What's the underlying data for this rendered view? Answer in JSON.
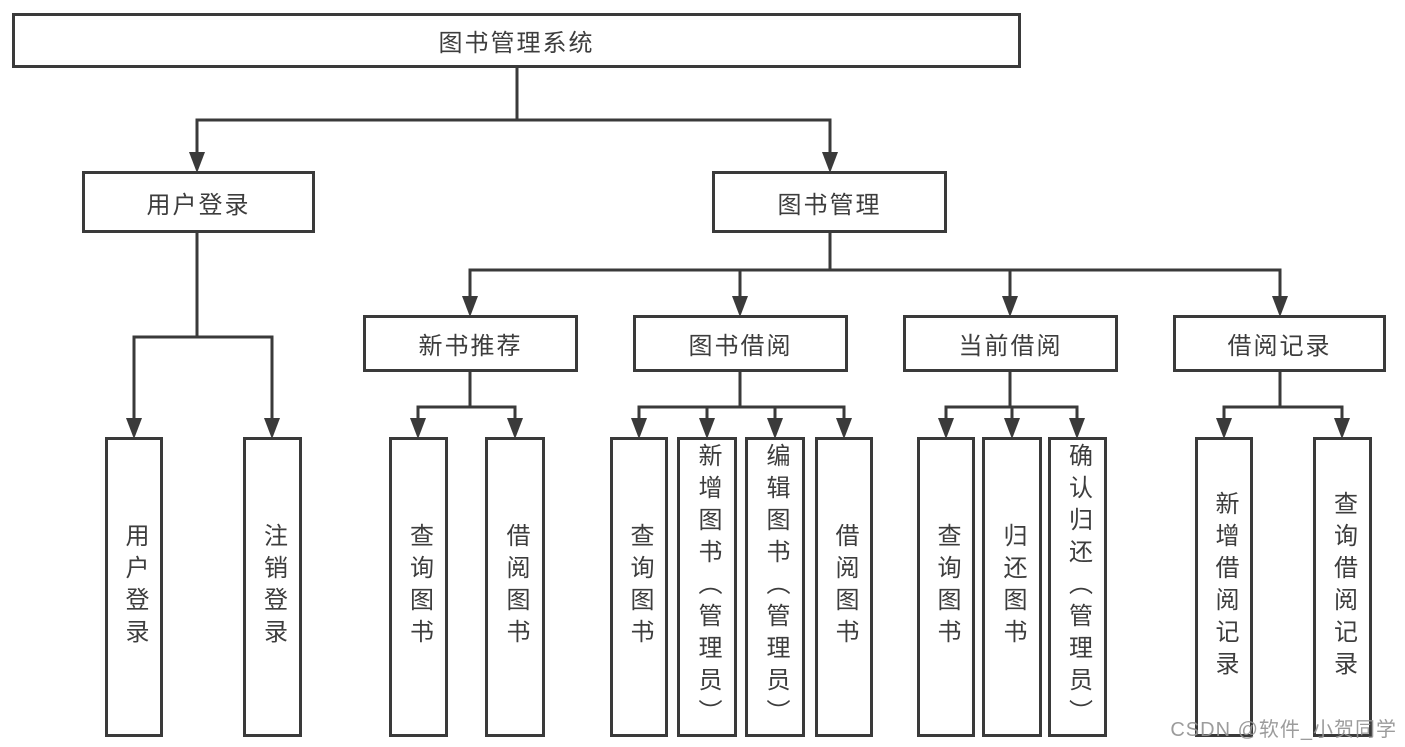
{
  "diagram": {
    "root": "图书管理系统",
    "user_login": {
      "label": "用户登录",
      "children": [
        "用户登录",
        "注销登录"
      ]
    },
    "book_management": {
      "label": "图书管理",
      "sections": [
        {
          "label": "新书推荐",
          "children": [
            "查询图书",
            "借阅图书"
          ]
        },
        {
          "label": "图书借阅",
          "children": [
            "查询图书",
            "新增图书（管理员）",
            "编辑图书（管理员）",
            "借阅图书"
          ]
        },
        {
          "label": "当前借阅",
          "children": [
            "查询图书",
            "归还图书",
            "确认归还（管理员）"
          ]
        },
        {
          "label": "借阅记录",
          "children": [
            "新增借阅记录",
            "查询借阅记录"
          ]
        }
      ]
    }
  },
  "watermark": "CSDN @软件_小贺同学",
  "colors": {
    "line": "#3a3a3a",
    "text": "#3d3d3d",
    "watermark": "#949494",
    "background": "#ffffff"
  }
}
